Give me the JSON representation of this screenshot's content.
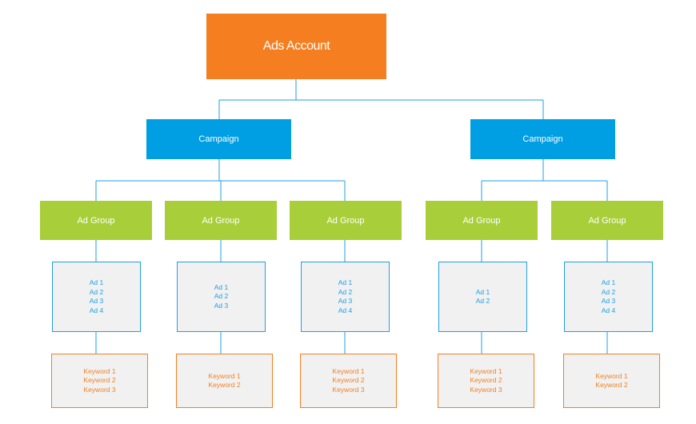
{
  "account": {
    "label": "Ads Account"
  },
  "campaigns": [
    {
      "label": "Campaign",
      "ad_groups": [
        {
          "label": "Ad Group",
          "ads": [
            "Ad 1",
            "Ad 2",
            "Ad 3",
            "Ad 4"
          ],
          "keywords": [
            "Keyword 1",
            "Keyword 2",
            "Keyword 3"
          ]
        },
        {
          "label": "Ad Group",
          "ads": [
            "Ad 1",
            "Ad 2",
            "Ad 3"
          ],
          "keywords": [
            "Keyword 1",
            "Keyword 2"
          ]
        },
        {
          "label": "Ad Group",
          "ads": [
            "Ad 1",
            "Ad 2",
            "Ad 3",
            "Ad 4"
          ],
          "keywords": [
            "Keyword 1",
            "Keyword 2",
            "Keyword 3"
          ]
        }
      ]
    },
    {
      "label": "Campaign",
      "ad_groups": [
        {
          "label": "Ad Group",
          "ads": [
            "Ad 1",
            "Ad 2"
          ],
          "keywords": [
            "Keyword 1",
            "Keyword 2",
            "Keyword 3"
          ]
        },
        {
          "label": "Ad Group",
          "ads": [
            "Ad 1",
            "Ad 2",
            "Ad 3",
            "Ad 4"
          ],
          "keywords": [
            "Keyword 1",
            "Keyword 2"
          ]
        }
      ]
    }
  ],
  "colors": {
    "account": "#f57f20",
    "campaign": "#009ee3",
    "ad_group": "#a8cf39",
    "ads_border": "#1f9fe3",
    "keywords_border": "#f57f20",
    "connector": "#1f9fe3"
  }
}
